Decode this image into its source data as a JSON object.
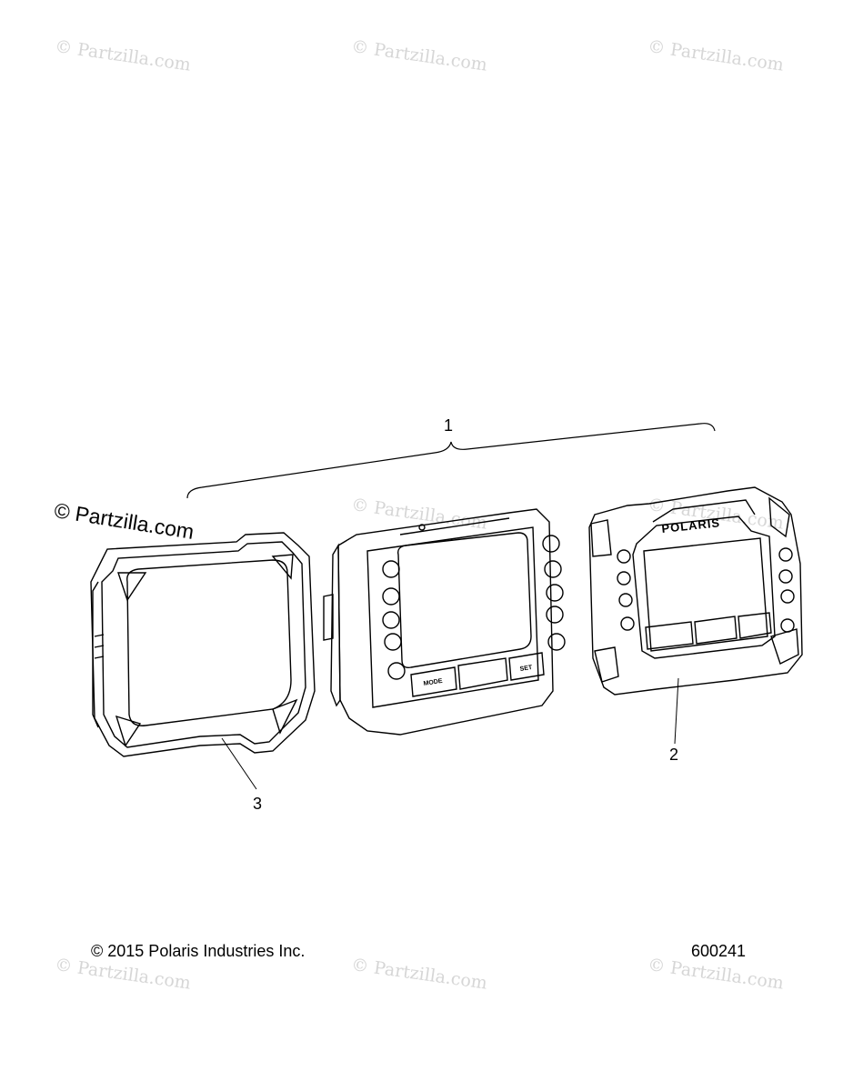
{
  "watermark": {
    "text": "© Partzilla.com"
  },
  "callouts": {
    "c1": "1",
    "c2": "2",
    "c3": "3"
  },
  "labels": {
    "brand": "POLARIS",
    "btn_mode": "MODE",
    "btn_set": "SET"
  },
  "footer": {
    "copyright": "© 2015 Polaris Industries Inc.",
    "part_number": "600241"
  }
}
